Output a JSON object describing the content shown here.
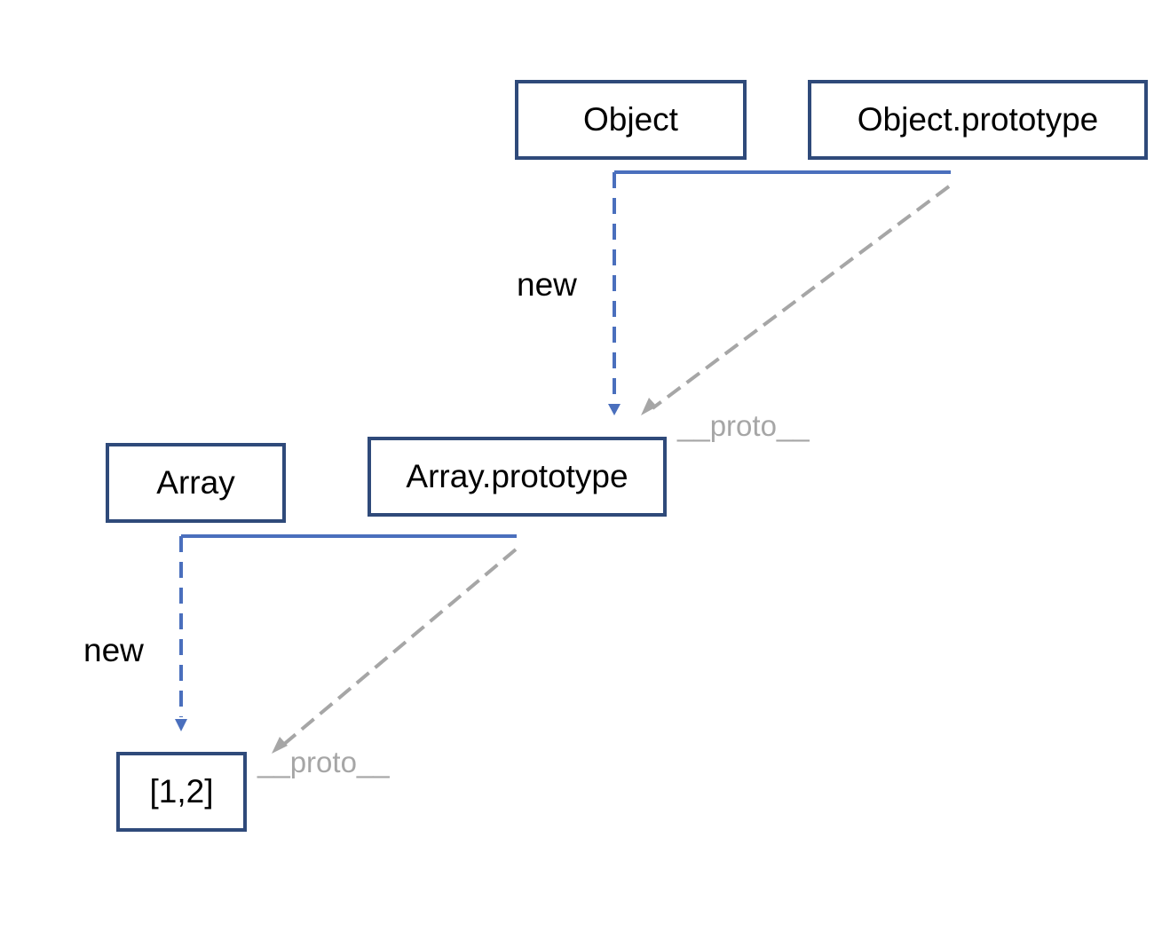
{
  "nodes": {
    "object": "Object",
    "object_prototype": "Object.prototype",
    "array": "Array",
    "array_prototype": "Array.prototype",
    "instance": "[1,2]"
  },
  "edge_labels": {
    "new_object_to_array_prototype": "new",
    "proto_array_prototype_to_object_prototype": "__proto__",
    "new_array_to_instance": "new",
    "proto_instance_to_array_prototype": "__proto__"
  },
  "colors": {
    "node_border": "#2f4a7a",
    "new_edge": "#4a6fbd",
    "proto_edge": "#a6a6a6",
    "text": "#000000"
  }
}
